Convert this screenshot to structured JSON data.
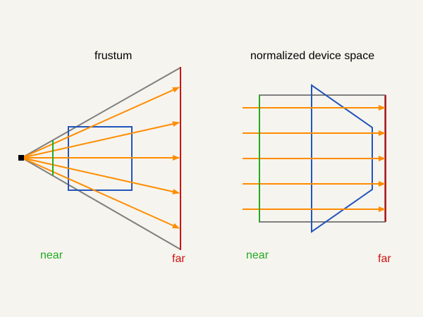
{
  "colors": {
    "background": "#f6f4ee",
    "near": "#22aa22",
    "far": "#cc1111",
    "ray": "#ff8c00",
    "frustum_outline": "#808080",
    "object": "#2255bb",
    "eye": "#000000",
    "title": "#000000"
  },
  "left_panel": {
    "title": "frustum",
    "near_label": "near",
    "far_label": "far"
  },
  "right_panel": {
    "title": "normalized device space",
    "near_label": "near",
    "far_label": "far"
  }
}
